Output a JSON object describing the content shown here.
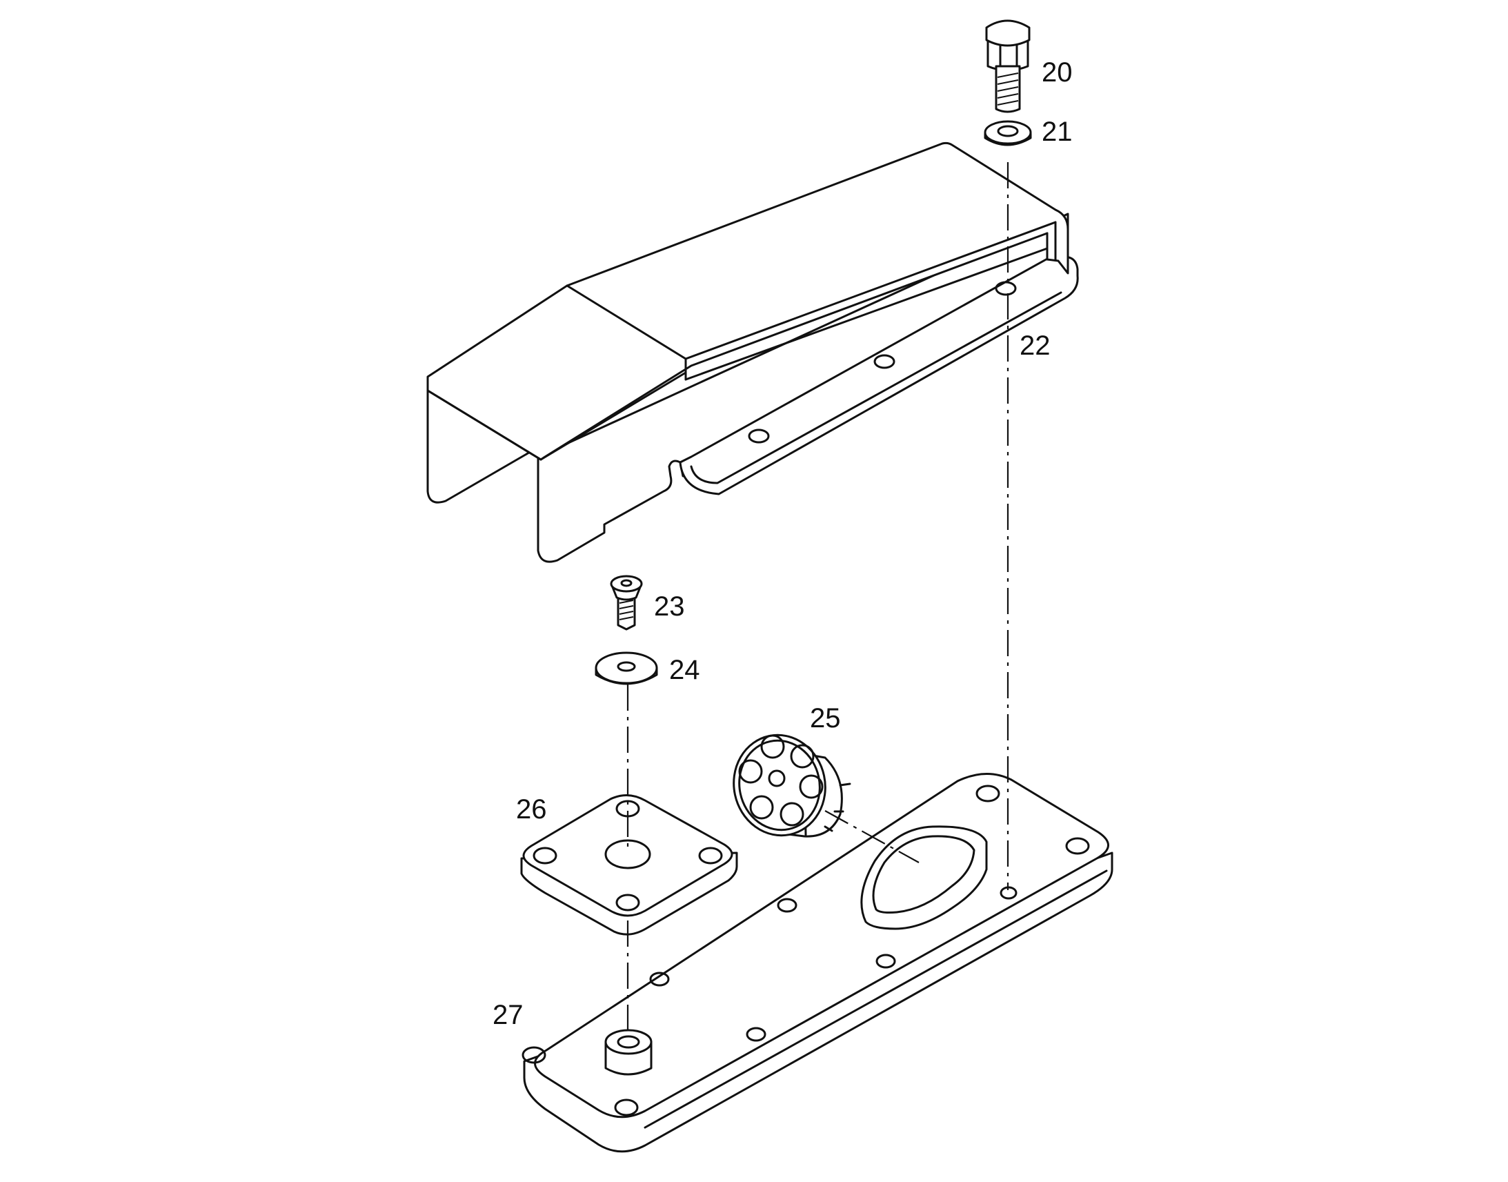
{
  "callouts": {
    "c20": "20",
    "c21": "21",
    "c22": "22",
    "c23": "23",
    "c24": "24",
    "c25": "25",
    "c26": "26",
    "c27": "27"
  },
  "parts": {
    "p20": "hex-bolt",
    "p21": "washer",
    "p22": "pedal-cover",
    "p23": "countersunk-screw",
    "p24": "washer",
    "p25": "multi-pin-connector",
    "p26": "square-mount-plate",
    "p27": "base-plate"
  }
}
